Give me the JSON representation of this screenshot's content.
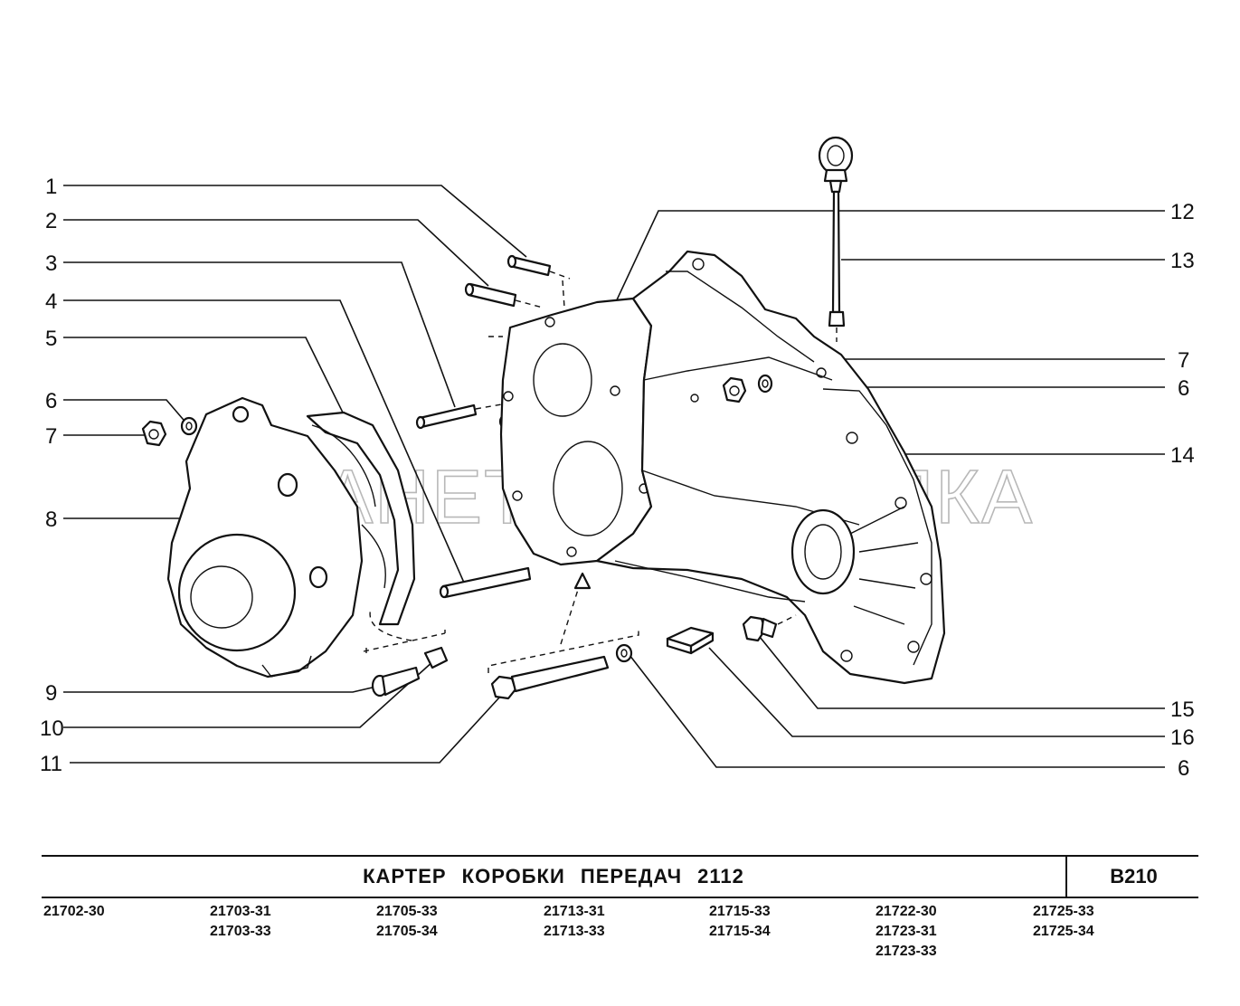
{
  "watermark": "ПЛАНЕТА ЖЕЛЕЗЯКА",
  "callouts_left": [
    "1",
    "2",
    "3",
    "4",
    "5",
    "6",
    "7",
    "8",
    "9",
    "10",
    "11"
  ],
  "callouts_right": [
    "12",
    "13",
    "7",
    "6",
    "14",
    "15",
    "16",
    "6"
  ],
  "title": "КАРТЕР КОРОБКИ ПЕРЕДАЧ 2112",
  "code": "B210",
  "models": [
    [
      "21702-30"
    ],
    [
      "21703-31",
      "21703-33"
    ],
    [
      "21705-33",
      "21705-34"
    ],
    [
      "21713-31",
      "21713-33"
    ],
    [
      "21715-33",
      "21715-34"
    ],
    [
      "21722-30",
      "21723-31",
      "21723-33"
    ],
    [
      "21725-33",
      "21725-34"
    ]
  ]
}
